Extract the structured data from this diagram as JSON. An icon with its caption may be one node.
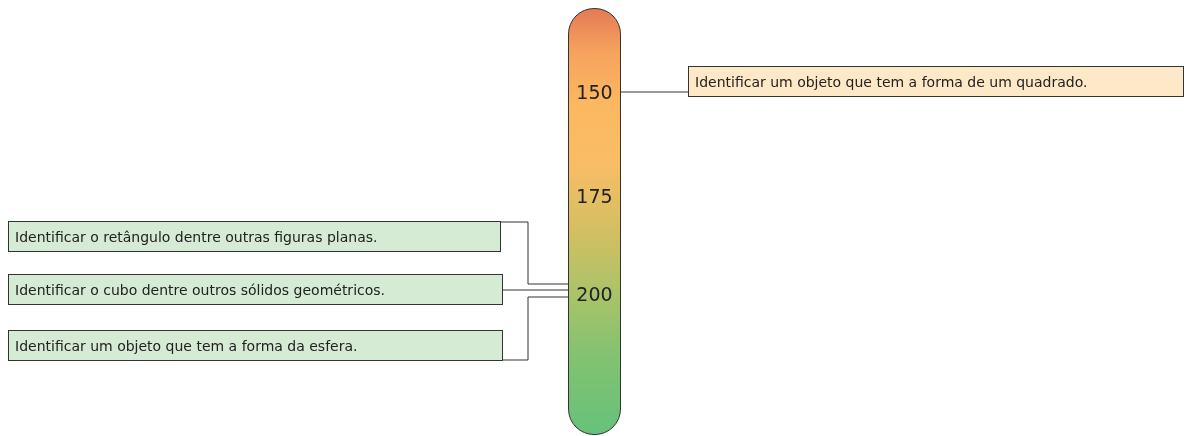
{
  "diagram": {
    "nodes": [
      {
        "text": [],
        "shape": "bar"
      },
      {
        "text": [
          "150"
        ],
        "in": 0
      },
      {
        "text": [
          "175"
        ],
        "in": 0
      },
      {
        "text": [
          "200"
        ],
        "in": 0
      },
      {
        "text": [
          "Identificar um objeto que tem a forma de um quadrado."
        ]
      },
      {
        "text": [
          "Identificar o retângulo dentre outras figuras planas."
        ]
      },
      {
        "text": [
          "Identificar o cubo dentre outros sólidos geométricos."
        ]
      },
      {
        "text": [
          "Identificar um objeto que tem a forma da esfera."
        ]
      }
    ],
    "edges": [
      {
        "from": 1,
        "to": 4,
        "arrow": "none"
      },
      {
        "from": 5,
        "to": 3,
        "arrow": "none"
      },
      {
        "from": 6,
        "to": 3,
        "arrow": "none"
      },
      {
        "from": 7,
        "to": 3,
        "arrow": "none"
      }
    ]
  }
}
